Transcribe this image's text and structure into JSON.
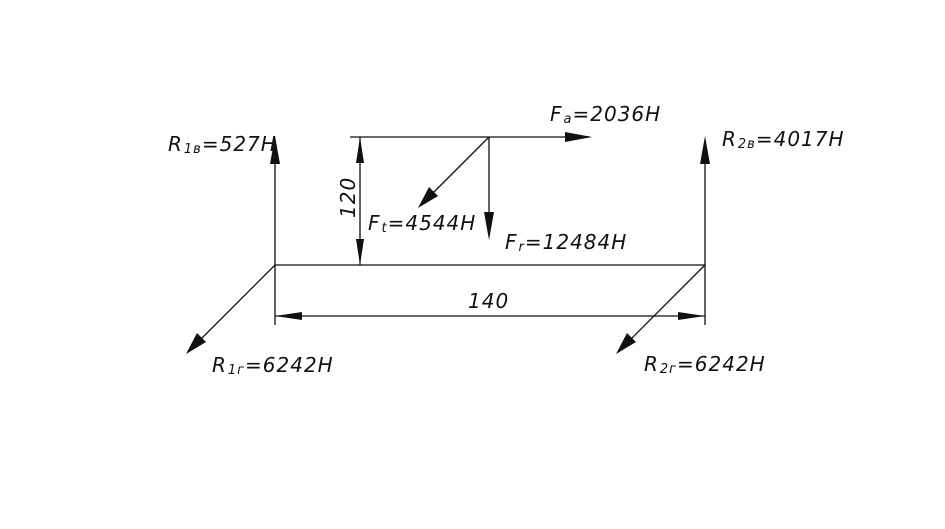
{
  "labels": {
    "r1v": {
      "main": "R",
      "sub": "1в",
      "value": "=527H"
    },
    "r2v": {
      "main": "R",
      "sub": "2в",
      "value": "=4017H"
    },
    "fa": {
      "main": "F",
      "sub": "a",
      "value": "=2036H"
    },
    "ft": {
      "main": "F",
      "sub": "t",
      "value": "=4544H"
    },
    "fr": {
      "main": "F",
      "sub": "r",
      "value": "=12484H"
    },
    "r1g": {
      "main": "R",
      "sub": "1г",
      "value": "=6242H"
    },
    "r2g": {
      "main": "R",
      "sub": "2г",
      "value": "=6242H"
    }
  },
  "dimensions": {
    "height": "120",
    "length": "140"
  },
  "colors": {
    "ink": "#111111",
    "background": "#ffffff"
  }
}
